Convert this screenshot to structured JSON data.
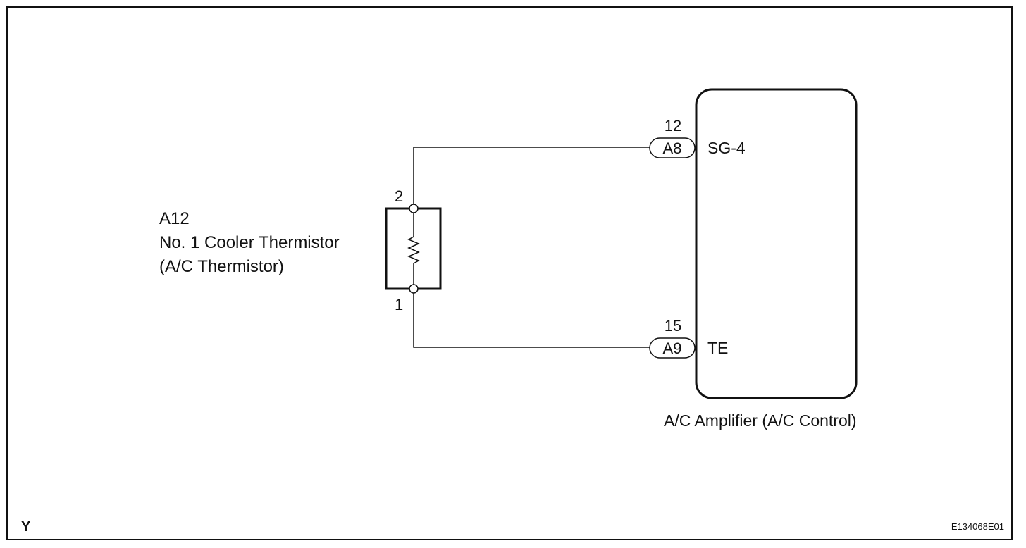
{
  "sensor": {
    "code": "A12",
    "name": "No. 1 Cooler Thermistor",
    "alt_name": "(A/C Thermistor)",
    "pin_top": "2",
    "pin_bottom": "1"
  },
  "amplifier": {
    "name": "A/C Amplifier (A/C Control)",
    "terminals": [
      {
        "pin": "12",
        "connector": "A8",
        "signal": "SG-4"
      },
      {
        "pin": "15",
        "connector": "A9",
        "signal": "TE"
      }
    ]
  },
  "footer": {
    "left_mark": "Y",
    "figure_id": "E134068E01"
  },
  "colors": {
    "line": "#111111",
    "background": "#ffffff"
  }
}
